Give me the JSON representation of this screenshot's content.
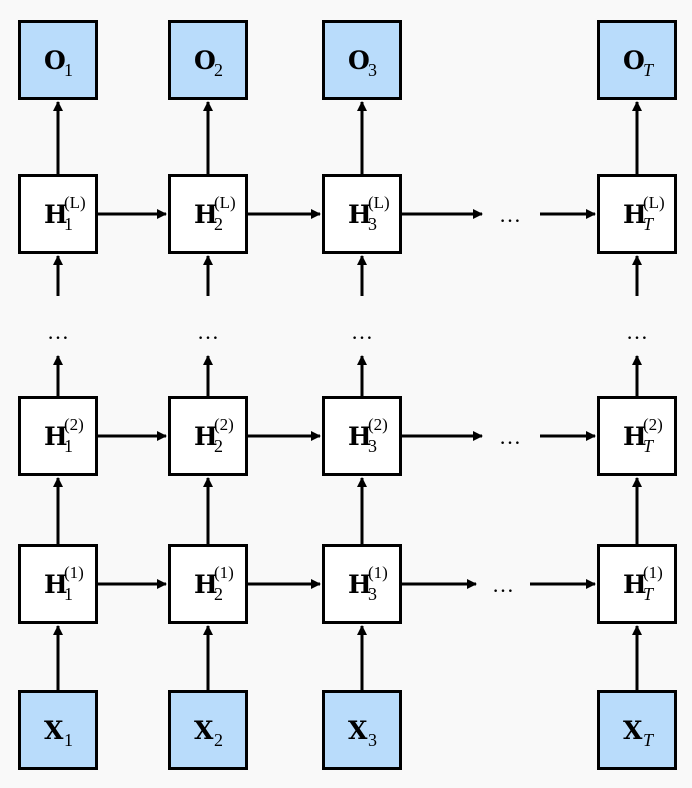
{
  "diagram": {
    "columns": [
      {
        "output": {
          "symbol": "O",
          "sub": "1"
        },
        "input": {
          "symbol": "X",
          "sub": "1"
        },
        "hidden": [
          {
            "symbol": "H",
            "sub": "1",
            "sup": "(1)"
          },
          {
            "symbol": "H",
            "sub": "1",
            "sup": "(2)"
          },
          {
            "symbol": "H",
            "sub": "1",
            "sup": "(L)"
          }
        ]
      },
      {
        "output": {
          "symbol": "O",
          "sub": "2"
        },
        "input": {
          "symbol": "X",
          "sub": "2"
        },
        "hidden": [
          {
            "symbol": "H",
            "sub": "2",
            "sup": "(1)"
          },
          {
            "symbol": "H",
            "sub": "2",
            "sup": "(2)"
          },
          {
            "symbol": "H",
            "sub": "2",
            "sup": "(L)"
          }
        ]
      },
      {
        "output": {
          "symbol": "O",
          "sub": "3"
        },
        "input": {
          "symbol": "X",
          "sub": "3"
        },
        "hidden": [
          {
            "symbol": "H",
            "sub": "3",
            "sup": "(1)"
          },
          {
            "symbol": "H",
            "sub": "3",
            "sup": "(2)"
          },
          {
            "symbol": "H",
            "sub": "3",
            "sup": "(L)"
          }
        ]
      },
      {
        "output": {
          "symbol": "O",
          "sub": "T"
        },
        "input": {
          "symbol": "X",
          "sub": "T"
        },
        "hidden": [
          {
            "symbol": "H",
            "sub": "T",
            "sup": "(1)"
          },
          {
            "symbol": "H",
            "sub": "T",
            "sup": "(2)"
          },
          {
            "symbol": "H",
            "sub": "T",
            "sup": "(L)"
          }
        ]
      }
    ],
    "ellipsis": "…",
    "colors": {
      "io_fill": "#b9dcfb",
      "hidden_fill": "#ffffff",
      "stroke": "#000000",
      "background": "#f9f9f9"
    }
  }
}
